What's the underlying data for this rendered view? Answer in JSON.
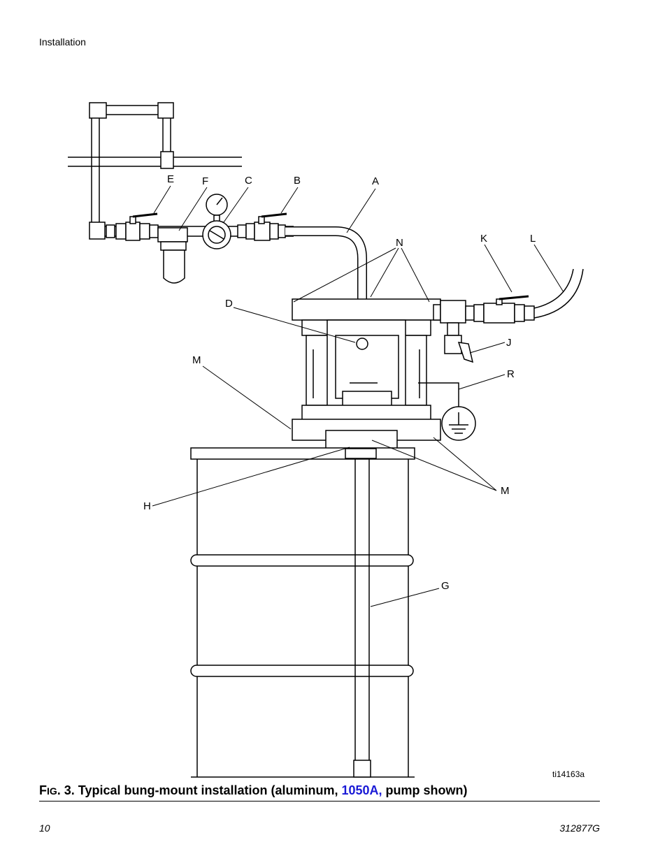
{
  "header": {
    "section": "Installation"
  },
  "figure": {
    "callouts": [
      "E",
      "F",
      "C",
      "B",
      "A",
      "N",
      "K",
      "L",
      "D",
      "J",
      "M",
      "R",
      "H",
      "M",
      "G"
    ],
    "figure_id": "ti14163a"
  },
  "caption": {
    "prefix_first": "F",
    "prefix_sc": "IG",
    "prefix_rest": ". 3. Typical bung-mount installation (aluminum, ",
    "link": "1050A,",
    "suffix": " pump shown)"
  },
  "footer": {
    "page_number": "10",
    "doc_number": "312877G"
  }
}
